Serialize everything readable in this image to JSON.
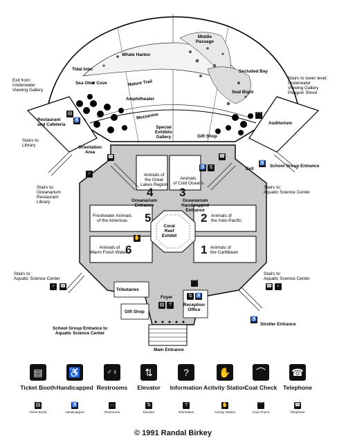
{
  "map": {
    "areas": {
      "middle_passage": "Middle\nPassage",
      "whale_harbor": "Whale Harbor",
      "tidal_inlet": "Tidal Inlet",
      "sea_otter_cove": "Sea Otter Cove",
      "nature_trail": "Nature Trail",
      "secluded_bay": "Secluded Bay",
      "seal_bight": "Seal Bight",
      "amphitheater": "Amphitheater",
      "mezzanine": "Mezzanine",
      "special_exhibits_gallery": "Special\nExhibits\nGallery",
      "gift_shop_upper": "Gift Shop",
      "auditorium": "Auditorium",
      "restaurant_cafeteria": "Restaurant\nand Cafeteria",
      "orientation_area": "Orientation\nArea",
      "exit": "Exit",
      "oceanarium_entrance": "Oceanarium\nEntrance",
      "oceanarium_handicapped_entrance": "Oceanarium\nHandicapped\nEntrance",
      "coral_reef_exhibit": "Coral\nReef\nExhibit",
      "tributaries": "Tributaries",
      "foyer": "Foyer",
      "gift_shop_lower": "Gift Shop",
      "reception_office": "Reception\nOffice",
      "main_entrance": "Main Entrance"
    },
    "galleries": [
      {
        "number": "1",
        "name": "Animals of\nthe Caribbean"
      },
      {
        "number": "2",
        "name": "Animals of\nthe Indo-Pacific"
      },
      {
        "number": "3",
        "name": "Animals\nof Cold Oceans"
      },
      {
        "number": "4",
        "name": "Animals of\nthe Great\nLakes Region"
      },
      {
        "number": "5",
        "name": "Freshwater Animals\nof the Americas"
      },
      {
        "number": "6",
        "name": "Animals of\nWarm Fresh Waters"
      }
    ],
    "directions": {
      "exit_from": "Exit from:\nUnderwater\nViewing Gallery",
      "stairs_lower": "Stairs to lower level:\nUnderwater\nViewing Gallery\nPenguin Shore",
      "stairs_library": "Stairs to:\nLibrary",
      "stairs_oceanarium_restaurant_library": "Stairs to:\nOceanarium\nRestaurant\nLibrary",
      "stairs_aquatic_left": "Stairs to:\nAquatic Science Center",
      "stairs_aquatic_right": "Stairs to:\nAquatic Science Center",
      "stairs_aquatic_mid": "Stairs to:\nAquatic Science Center",
      "school_group_entrance": "School Group Entrance",
      "school_group_aquatic": "School Group Entrance to\nAquatic Science Center",
      "stroller_entrance": "Stroller Entrance"
    }
  },
  "legend": [
    {
      "icon": "ticket-booth-icon",
      "glyph": "▤",
      "label": "Ticket Booth"
    },
    {
      "icon": "handicapped-icon",
      "glyph": "♿",
      "label": "Handicapped"
    },
    {
      "icon": "restrooms-icon",
      "glyph": "♂♀",
      "label": "Restrooms"
    },
    {
      "icon": "elevator-icon",
      "glyph": "⇅",
      "label": "Elevator"
    },
    {
      "icon": "information-icon",
      "glyph": "?",
      "label": "Information"
    },
    {
      "icon": "activity-station-icon",
      "glyph": "✋",
      "label": "Activity Station"
    },
    {
      "icon": "coat-check-icon",
      "glyph": "⌒",
      "label": "Coat Check"
    },
    {
      "icon": "telephone-icon",
      "glyph": "☎",
      "label": "Telephone"
    }
  ],
  "copyright": "© 1991 Randal Birkey"
}
